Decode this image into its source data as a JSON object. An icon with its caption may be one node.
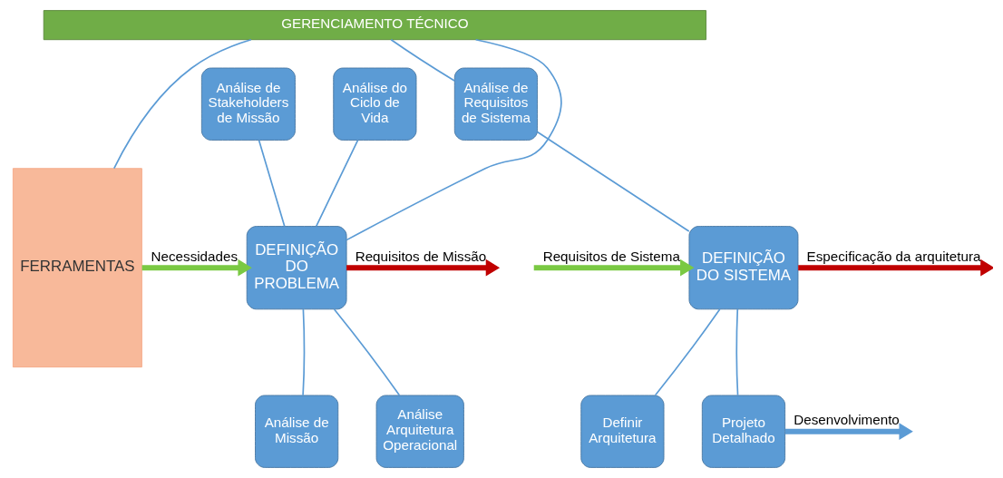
{
  "diagram": {
    "nodes": [
      {
        "text": [
          "FERRAMENTAS"
        ]
      },
      {
        "text": [
          "GERENCIAMENTO TÉCNICO"
        ]
      },
      {
        "text": [
          "Análise de Stakeholders de Missão"
        ]
      },
      {
        "text": [
          "Análise do Ciclo de Vida"
        ]
      },
      {
        "text": [
          "Análise de Requisitos de Sistema"
        ]
      },
      {
        "text": [
          "DEFINIÇÃO DO PROBLEMA"
        ]
      },
      {
        "text": [
          "DEFINIÇÃO DO SISTEMA"
        ]
      },
      {
        "text": [
          "Análise de Missão"
        ]
      },
      {
        "text": [
          "Análise Arquitetura Operacional"
        ]
      },
      {
        "text": [
          "Definir Arquitetura"
        ]
      },
      {
        "text": [
          "Projeto Detalhado"
        ]
      }
    ],
    "edges": [
      {
        "from": 0,
        "to": 1,
        "arrow": "none"
      },
      {
        "from": 1,
        "to": 5,
        "arrow": "none"
      },
      {
        "from": 1,
        "to": 4,
        "arrow": "none"
      },
      {
        "from": 0,
        "to": 5,
        "arrow": "to",
        "label": "Necessidades",
        "style": "thick",
        "color": "#7ac943"
      },
      {
        "from": 2,
        "to": 5,
        "arrow": "none"
      },
      {
        "from": 3,
        "to": 5,
        "arrow": "none"
      },
      {
        "from": 7,
        "to": 5,
        "arrow": "none"
      },
      {
        "from": 8,
        "to": 5,
        "arrow": "none"
      },
      {
        "from": 5,
        "to": null,
        "arrow": "to",
        "label": "Requisitos de Missão",
        "style": "thick",
        "color": "#c00000"
      },
      {
        "from": 6,
        "to": null,
        "arrow": "to",
        "label": "Especificação da arquitetura",
        "style": "thick",
        "color": "#c00000"
      },
      {
        "from": 4,
        "to": 6,
        "arrow": "none"
      },
      {
        "from": 9,
        "to": 6,
        "arrow": "none"
      },
      {
        "from": 6,
        "to": 10,
        "arrow": "none"
      },
      {
        "from": null,
        "to": 6,
        "arrow": "to",
        "label": "Requisitos de Sistema",
        "style": "thick",
        "color": "#7ac943"
      },
      {
        "from": 10,
        "to": null,
        "arrow": "to",
        "label": "Desenvolvimento",
        "style": "thick",
        "color": "#5b9bd5"
      }
    ]
  }
}
